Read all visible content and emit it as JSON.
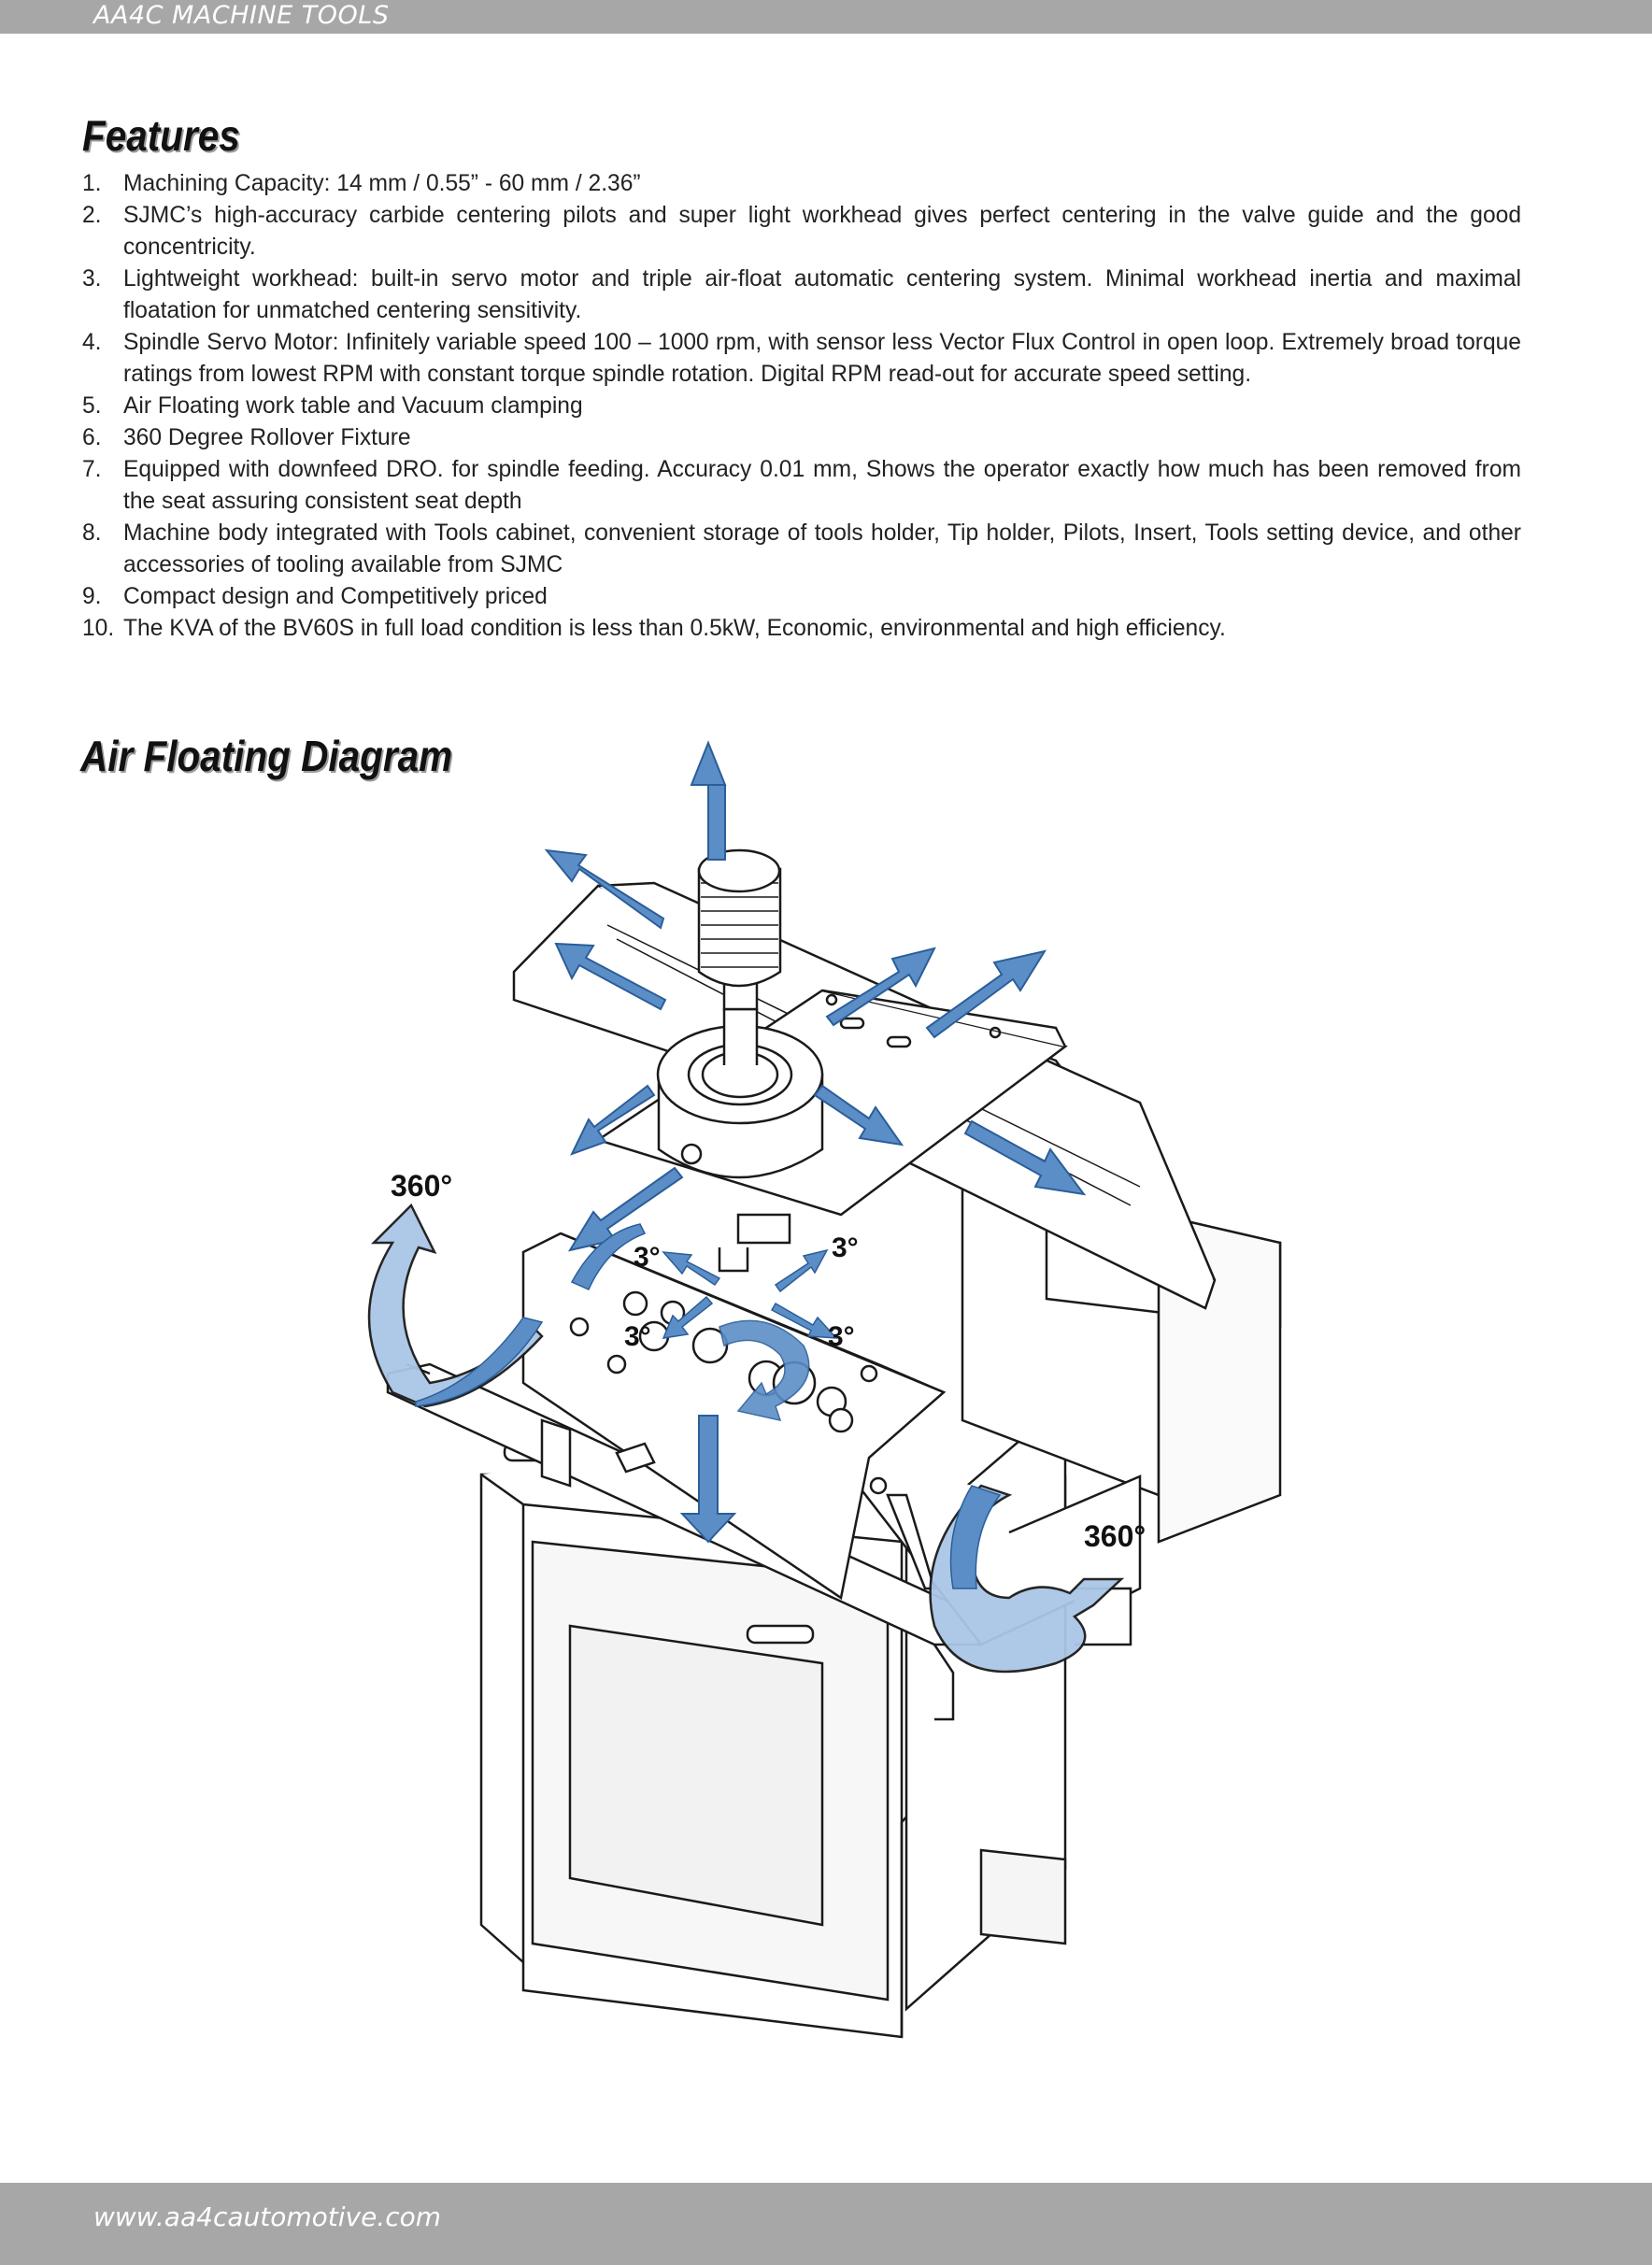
{
  "header": {
    "brand": "AA4C MACHINE TOOLS"
  },
  "features": {
    "title": "Features",
    "items": [
      {
        "num": "1.",
        "text": "Machining Capacity: 14 mm / 0.55”  - 60 mm / 2.36”"
      },
      {
        "num": "2.",
        "text": "SJMC’s high-accuracy carbide centering pilots and super light workhead gives perfect centering in the valve guide and the good concentricity."
      },
      {
        "num": "3.",
        "text": "Lightweight workhead: built-in servo motor and triple air-float automatic centering system. Minimal workhead inertia and maximal floatation for unmatched centering sensitivity."
      },
      {
        "num": "4.",
        "text": "Spindle Servo Motor: Infinitely variable speed 100 – 1000 rpm, with sensor less Vector Flux Control in open loop. Extremely broad torque ratings from lowest RPM with constant torque spindle rotation. Digital RPM read-out for accurate speed setting."
      },
      {
        "num": "5.",
        "text": "Air Floating work table and Vacuum clamping"
      },
      {
        "num": "6.",
        "text": "360 Degree Rollover Fixture"
      },
      {
        "num": "7.",
        "text": "Equipped with downfeed DRO. for spindle feeding. Accuracy 0.01 mm, Shows the operator exactly how much has been removed from the seat assuring consistent seat depth"
      },
      {
        "num": "8.",
        "text": "Machine body integrated with Tools cabinet,  convenient storage of tools holder, Tip holder, Pilots, Insert, Tools setting device, and other accessories of tooling available from SJMC"
      },
      {
        "num": "9.",
        "text": "Compact design and Competitively priced"
      },
      {
        "num": "10.",
        "text": "The KVA of the BV60S in full load condition is less than 0.5kW, Economic, environmental and high efficiency."
      }
    ]
  },
  "diagram": {
    "title": "Air Floating Diagram",
    "labels": {
      "rotate_left": "360°",
      "rotate_right": "360°",
      "tilt_1": "3°",
      "tilt_2": "3°",
      "tilt_3": "3°",
      "tilt_4": "3°"
    },
    "colors": {
      "arrow_fill": "#5b8ec7",
      "arrow_stroke": "#2b5e98",
      "line": "#1a1a1a"
    }
  },
  "footer": {
    "website": "www.aa4cautomotive.com"
  }
}
